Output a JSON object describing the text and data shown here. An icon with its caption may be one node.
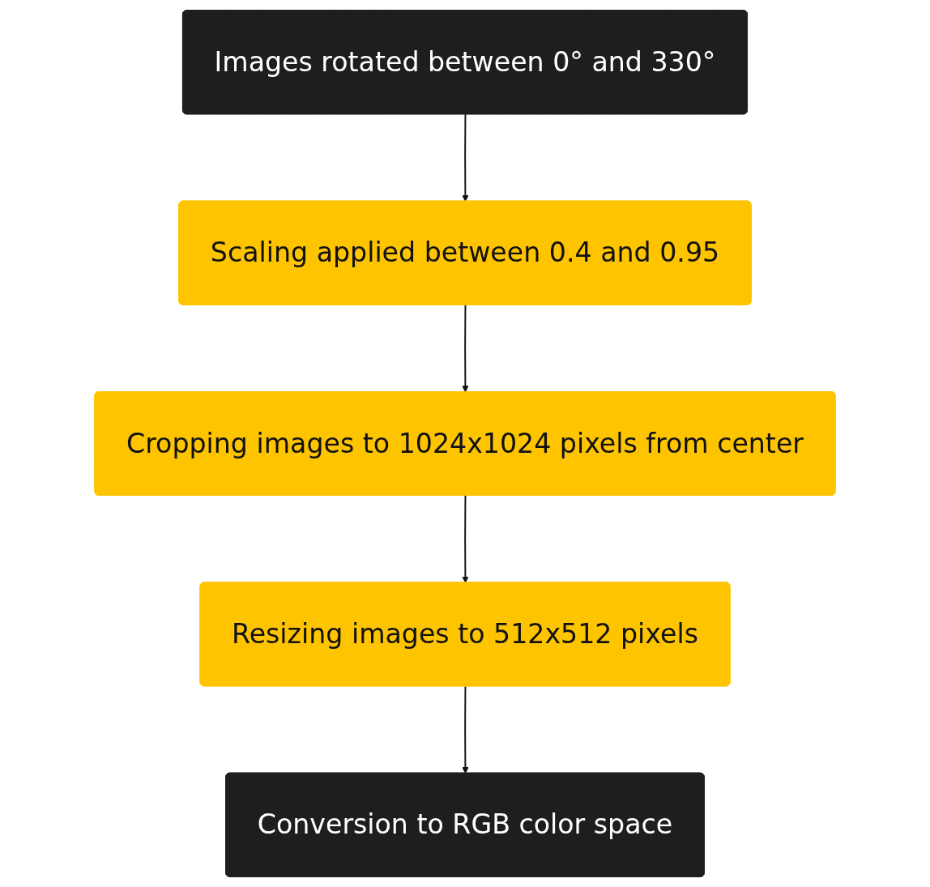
{
  "diagram": {
    "nodes": [
      {
        "text": [
          "Images rotated between 0° and 330°"
        ]
      },
      {
        "text": [
          "Scaling applied between 0.4 and 0.95"
        ]
      },
      {
        "text": [
          "Cropping images to 1024x1024 pixels from center"
        ]
      },
      {
        "text": [
          "Resizing images to 512x512 pixels"
        ]
      },
      {
        "text": [
          "Conversion to RGB color space"
        ]
      }
    ],
    "edges": [
      {
        "from": 0,
        "to": 1,
        "arrow": "to"
      },
      {
        "from": 1,
        "to": 2,
        "arrow": "to"
      },
      {
        "from": 2,
        "to": 3,
        "arrow": "to"
      },
      {
        "from": 3,
        "to": 4,
        "arrow": "to"
      }
    ]
  }
}
